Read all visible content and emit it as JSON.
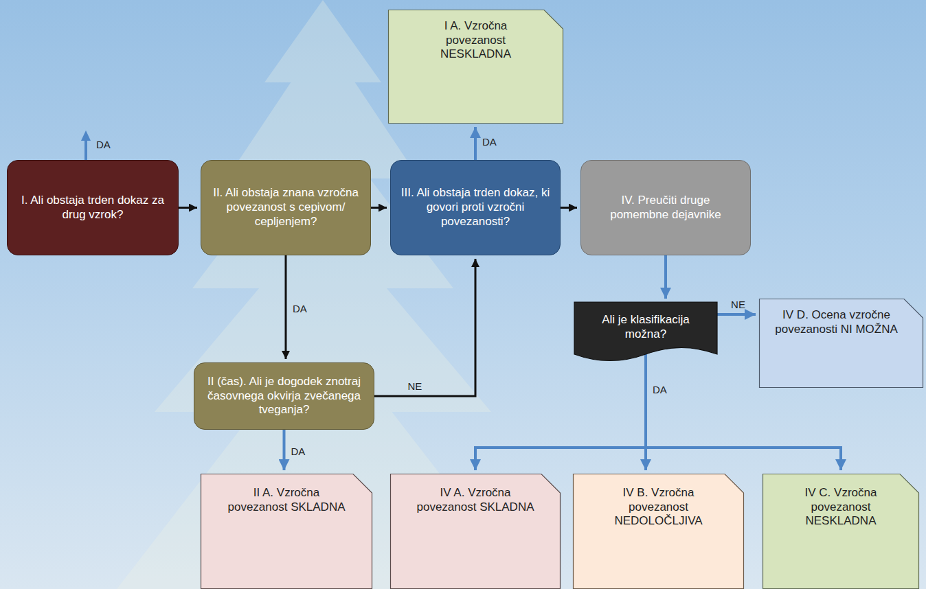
{
  "diagram": {
    "nodes": [
      {
        "text": [
          "I A. Vzročna povezanost NESKLADNA"
        ]
      },
      {
        "text": [
          "I. Ali obstaja trden dokaz za drug vzrok?"
        ]
      },
      {
        "text": [
          "II. Ali obstaja znana vzročna povezanost s cepivom/ cepljenjem?"
        ]
      },
      {
        "text": [
          "III. Ali obstaja trden dokaz, ki govori proti vzročni povezanosti?"
        ]
      },
      {
        "text": [
          "IV. Preučiti druge pomembne dejavnike"
        ]
      },
      {
        "text": [
          "II (čas). Ali je dogodek znotraj časovnega okvirja zvečanega tveganja?"
        ]
      },
      {
        "text": [
          "Ali je klasifikacija možna?"
        ]
      },
      {
        "text": [
          "IV D. Ocena vzročne povezanosti NI MOŽNA"
        ]
      },
      {
        "text": [
          "II A. Vzročna povezanost SKLADNA"
        ]
      },
      {
        "text": [
          "IV A. Vzročna povezanost SKLADNA"
        ]
      },
      {
        "text": [
          "IV B. Vzročna povezanost NEDOLOČLJIVA"
        ]
      },
      {
        "text": [
          "IV C. Vzročna povezanost NESKLADNA"
        ]
      }
    ],
    "edges": [
      {
        "from": 1,
        "to": 2,
        "arrow": "to"
      },
      {
        "from": 2,
        "to": 3,
        "arrow": "to"
      },
      {
        "from": 3,
        "to": 4,
        "arrow": "to"
      },
      {
        "from": 2,
        "to": 5,
        "label": "DA",
        "arrow": "to"
      },
      {
        "from": 5,
        "to": 3,
        "label": "NE",
        "arrow": "to"
      },
      {
        "from": 3,
        "to": 0,
        "label": "DA",
        "arrow": "to"
      },
      {
        "from": 4,
        "to": 6,
        "arrow": "to"
      },
      {
        "from": 6,
        "to": 7,
        "label": "NE",
        "arrow": "to"
      },
      {
        "from": 5,
        "to": 8,
        "label": "DA",
        "arrow": "to"
      },
      {
        "from": 6,
        "to": 9,
        "arrow": "to"
      },
      {
        "from": 6,
        "to": 10,
        "label": "DA",
        "arrow": "to"
      },
      {
        "from": 6,
        "to": 11,
        "arrow": "to"
      }
    ],
    "labels": [
      "DA"
    ]
  }
}
